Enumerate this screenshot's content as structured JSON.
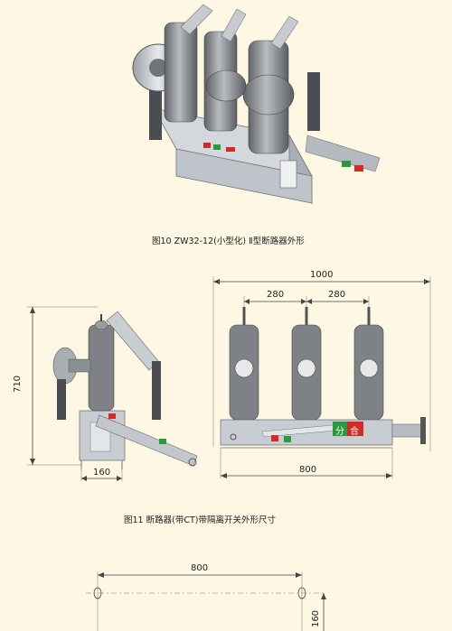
{
  "figure10": {
    "caption": "图10 ZW32-12(小型化) Ⅱ型断路器外形"
  },
  "figure11": {
    "caption": "图11 断路器(带CT)带隔离开关外形尺寸",
    "side_view": {
      "height_label": "710",
      "width_label": "160"
    },
    "front_view": {
      "overall_width_label": "1000",
      "pole_spacing_left_label": "280",
      "pole_spacing_right_label": "280",
      "base_width_label": "800",
      "indicator_open_text": "分",
      "indicator_close_text": "合"
    }
  },
  "figure12": {
    "width_label": "800",
    "depth_label": "160"
  },
  "colors": {
    "background": "#fdf7e3",
    "porcelain": "#7e8286",
    "body_metal": "#c8cdd3",
    "indicator_green": "#2a9a3c",
    "indicator_red": "#d42a25"
  }
}
